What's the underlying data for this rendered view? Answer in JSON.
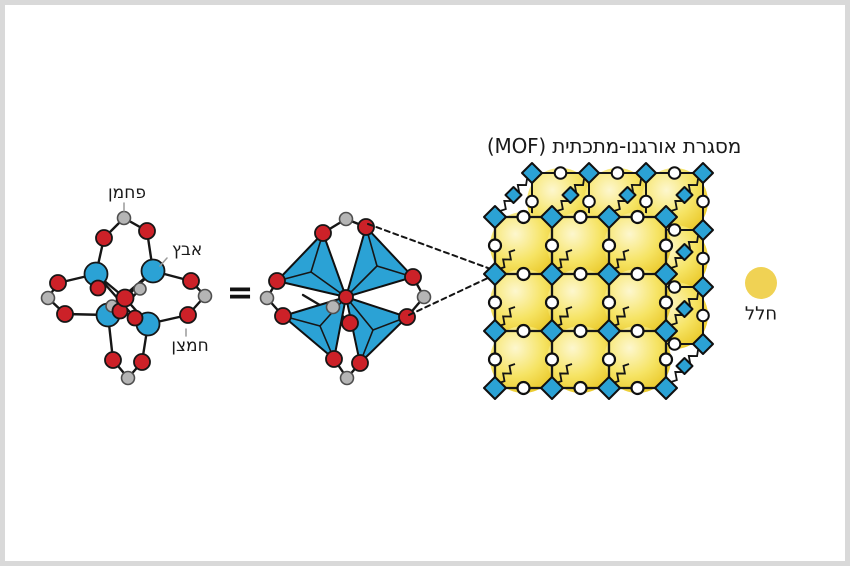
{
  "figure": {
    "title": "מסגרת אורגנו-מתכתית (MOF)",
    "equals_sign": "=",
    "labels": {
      "carbon": "פחמן",
      "zinc": "אבץ",
      "oxygen": "חמצן",
      "void": "חלל"
    }
  },
  "colors": {
    "metal_blue": "#2BA2D5",
    "oxygen_red": "#CC2128",
    "carbon_gray": "#B5B5B5",
    "carbon_gray_stroke": "#4F4F4F",
    "bond_black": "#161616",
    "pore_yellow_light": "#FDF7CE",
    "pore_yellow_mid": "#F6E465",
    "pore_yellow_dark": "#E9C624",
    "legend_yellow": "#F0D254",
    "pointer_gray": "#9A9A9A",
    "frame_gray": "#D9D9D9",
    "text_color": "#1A1A1A"
  }
}
